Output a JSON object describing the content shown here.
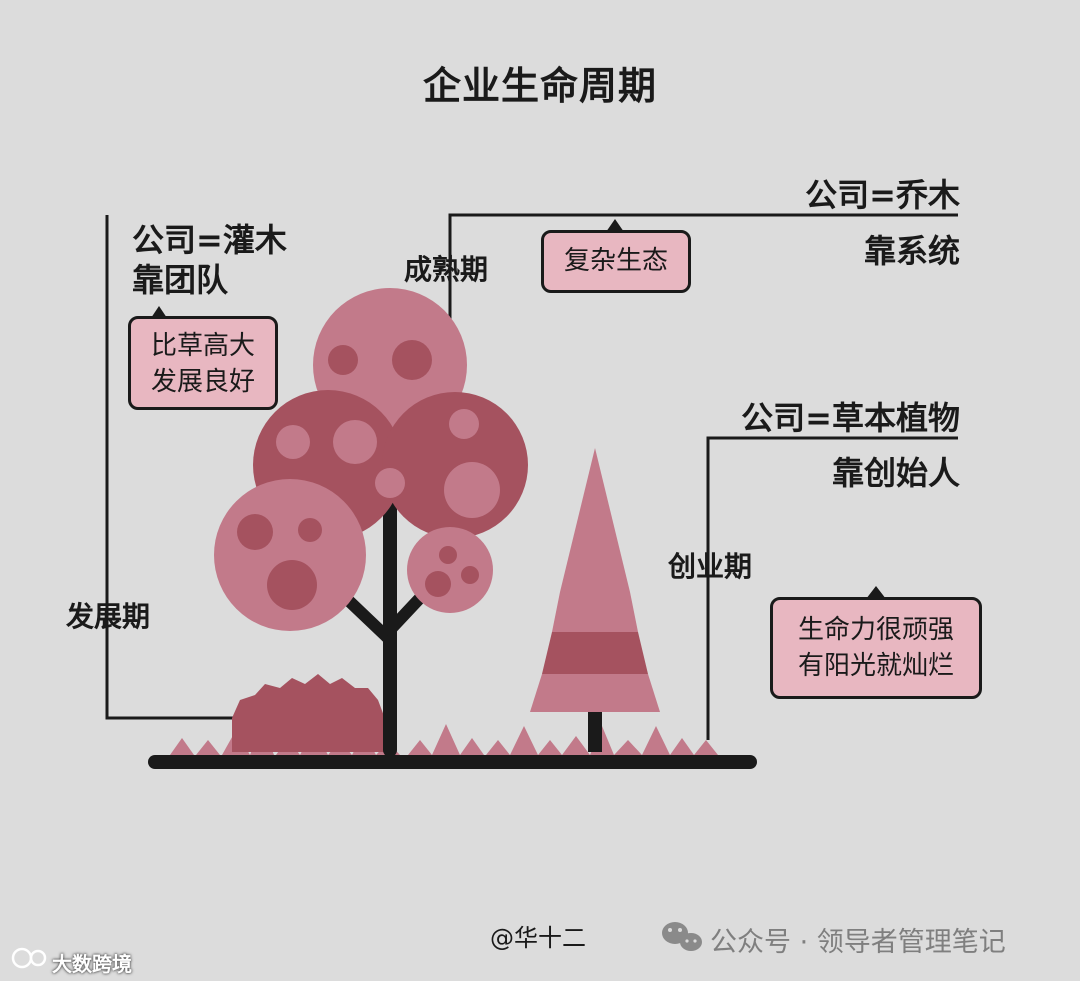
{
  "title": "企业生命周期",
  "stages": {
    "growth": {
      "label": "发展期",
      "heading": "公司=灌木",
      "subheading": "靠团队",
      "bubble": [
        "比草高大",
        "发展良好"
      ]
    },
    "mature": {
      "label": "成熟期",
      "heading": "公司=乔木",
      "subheading": "靠系统",
      "bubble": [
        "复杂生态"
      ]
    },
    "startup": {
      "label": "创业期",
      "heading": "公司=草本植物",
      "subheading": "靠创始人",
      "bubble": [
        "生命力很顽强",
        "有阳光就灿烂"
      ]
    }
  },
  "footer": {
    "author": "@华十二",
    "wechat_icon": "wechat-icon",
    "wechat_text": "公众号 · 领导者管理笔记",
    "corner_watermark": "大数跨境"
  },
  "colors": {
    "background": "#dcdcdc",
    "pink_light": "#c27a8a",
    "pink_dark": "#a5525f",
    "bubble_fill": "#e8b7c1",
    "ink": "#1a1a1a"
  }
}
